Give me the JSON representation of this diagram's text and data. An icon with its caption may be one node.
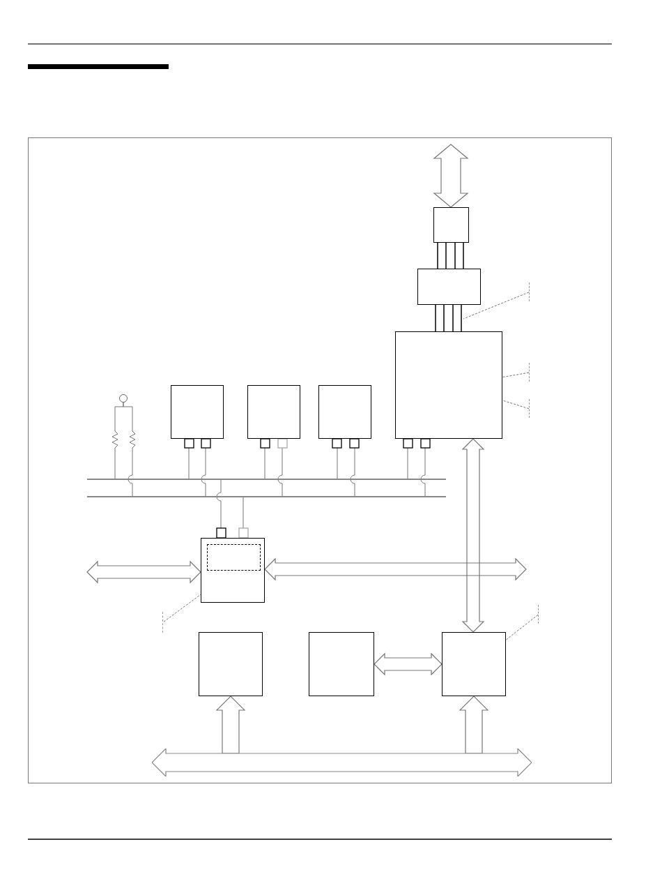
{
  "diagram": {
    "nodes": [
      {
        "text": [],
        "shape": "box"
      },
      {
        "text": [],
        "shape": "box"
      },
      {
        "text": [],
        "shape": "box"
      },
      {
        "text": [],
        "shape": "circle"
      },
      {
        "text": [],
        "shape": "box"
      },
      {
        "text": [],
        "shape": "box"
      },
      {
        "text": [],
        "shape": "box"
      },
      {
        "text": [],
        "shape": "bar"
      },
      {
        "text": [],
        "shape": "bar"
      },
      {
        "text": [],
        "shape": "box"
      },
      {
        "text": [],
        "shape": "box",
        "in": 9
      },
      {
        "text": [],
        "shape": "box"
      },
      {
        "text": [],
        "shape": "box"
      },
      {
        "text": [],
        "shape": "box"
      },
      {
        "text": [],
        "shape": "bar"
      },
      {
        "text": [],
        "shape": "bar"
      },
      {
        "text": [],
        "shape": "bar"
      },
      {
        "text": [],
        "shape": "bar"
      },
      {
        "text": [],
        "shape": "bar"
      },
      {
        "text": [],
        "shape": "bar"
      }
    ],
    "edges": [
      {
        "from": null,
        "to": 0,
        "arrow": "both",
        "style": "thick"
      },
      {
        "from": 0,
        "to": 1,
        "arrow": "none",
        "color": "#000000"
      },
      {
        "from": 0,
        "to": 1,
        "arrow": "none",
        "color": "#000000"
      },
      {
        "from": 0,
        "to": 1,
        "arrow": "none",
        "color": "#000000"
      },
      {
        "from": 0,
        "to": 1,
        "arrow": "none",
        "color": "#000000"
      },
      {
        "from": 1,
        "to": 2,
        "arrow": "none",
        "color": "#000000"
      },
      {
        "from": 1,
        "to": 2,
        "arrow": "none",
        "color": "#000000"
      },
      {
        "from": 1,
        "to": 2,
        "arrow": "none",
        "color": "#000000"
      },
      {
        "from": 1,
        "to": 2,
        "arrow": "none",
        "color": "#000000"
      },
      {
        "from": 2,
        "to": 13,
        "arrow": "both",
        "style": "thick"
      },
      {
        "from": 3,
        "to": 7,
        "arrow": "none"
      },
      {
        "from": 3,
        "to": 8,
        "arrow": "none"
      },
      {
        "from": 4,
        "to": 7,
        "arrow": "none"
      },
      {
        "from": 4,
        "to": 8,
        "arrow": "none"
      },
      {
        "from": 5,
        "to": 7,
        "arrow": "none"
      },
      {
        "from": 5,
        "to": 8,
        "arrow": "none"
      },
      {
        "from": 6,
        "to": 7,
        "arrow": "none"
      },
      {
        "from": 6,
        "to": 8,
        "arrow": "none"
      },
      {
        "from": 2,
        "to": 7,
        "arrow": "none"
      },
      {
        "from": 2,
        "to": 8,
        "arrow": "none"
      },
      {
        "from": 9,
        "to": 7,
        "arrow": "none"
      },
      {
        "from": 9,
        "to": 8,
        "arrow": "none"
      },
      {
        "from": null,
        "to": 9,
        "arrow": "both",
        "style": "thick"
      },
      {
        "from": 9,
        "to": null,
        "arrow": "both",
        "style": "thick"
      },
      {
        "from": 12,
        "to": 13,
        "arrow": "both",
        "style": "thick"
      },
      {
        "from": 14,
        "to": 11,
        "arrow": "to",
        "style": "thick"
      },
      {
        "from": 14,
        "to": 13,
        "arrow": "to",
        "style": "thick"
      },
      {
        "from": 15,
        "to": null,
        "arrow": "none",
        "style": "dashed"
      },
      {
        "from": 16,
        "to": 2,
        "arrow": "none",
        "style": "dashed"
      },
      {
        "from": 17,
        "to": 2,
        "arrow": "none",
        "style": "dashed"
      },
      {
        "from": 18,
        "to": 9,
        "arrow": "none",
        "style": "dashed"
      },
      {
        "from": 19,
        "to": 13,
        "arrow": "none",
        "style": "dashed"
      }
    ]
  }
}
